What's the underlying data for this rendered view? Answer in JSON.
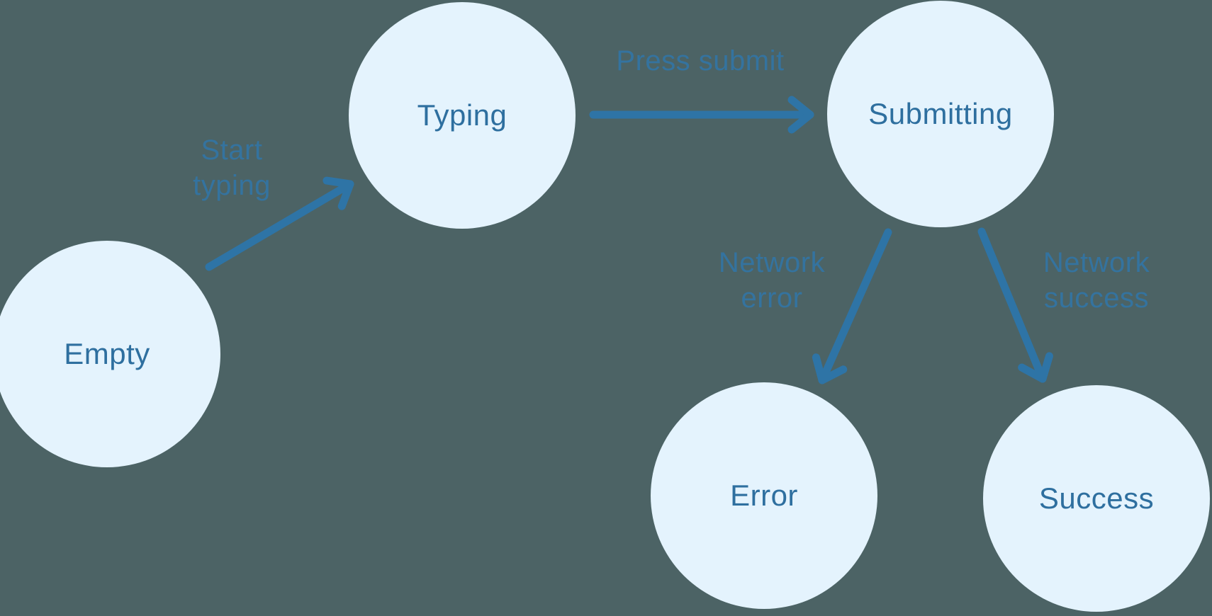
{
  "colors": {
    "background": "#4c6365",
    "node_fill": "#e4f3fd",
    "node_text": "#2e6f9f",
    "arrow": "#2e74a6",
    "edge_label_text": "#34739f"
  },
  "nodes": [
    {
      "id": "empty",
      "label": "Empty"
    },
    {
      "id": "typing",
      "label": "Typing"
    },
    {
      "id": "submitting",
      "label": "Submitting"
    },
    {
      "id": "error",
      "label": "Error"
    },
    {
      "id": "success",
      "label": "Success"
    }
  ],
  "edges": [
    {
      "from": "empty",
      "to": "typing",
      "label": "Start typing"
    },
    {
      "from": "typing",
      "to": "submitting",
      "label": "Press submit"
    },
    {
      "from": "submitting",
      "to": "error",
      "label": "Network error"
    },
    {
      "from": "submitting",
      "to": "success",
      "label": "Network success"
    }
  ]
}
